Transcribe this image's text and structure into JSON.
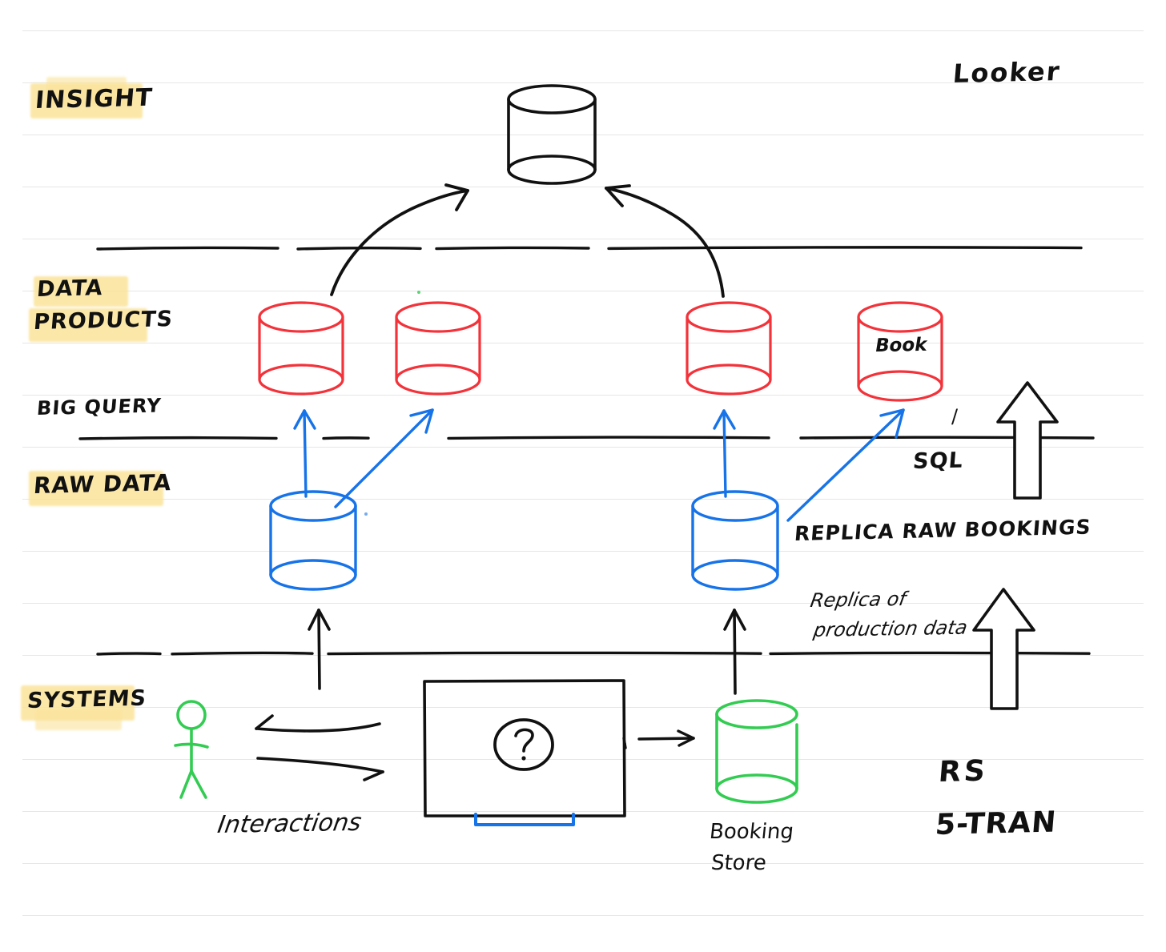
{
  "diagram": {
    "title_note": "Looker",
    "layers": [
      {
        "key": "insight",
        "label": "INSIGHT",
        "highlighted": true
      },
      {
        "key": "data_products",
        "label": "DATA",
        "label2": "PRODUCTS",
        "highlighted": true
      },
      {
        "key": "big_query",
        "label": "BIG QUERY",
        "highlighted": false
      },
      {
        "key": "raw_data",
        "label": "RAW DATA",
        "highlighted": true
      },
      {
        "key": "systems",
        "label": "SYSTEMS",
        "highlighted": true
      }
    ],
    "annotations": {
      "looker": "Looker",
      "book_label": "Book",
      "sql": "SQL",
      "tick": "/",
      "replica_raw_bookings": "REPLICA RAW BOOKINGS",
      "replica_of": "Replica of",
      "production_data": "production data",
      "interactions": "Interactions",
      "booking_store_l1": "Booking",
      "booking_store_l2": "Store",
      "rs": "RS",
      "fivetran": "5-TRAN",
      "question_mark": "?"
    },
    "nodes": [
      {
        "name": "looker-cylinder",
        "color": "#111111",
        "layer": "insight"
      },
      {
        "name": "data-product-cylinder-1",
        "color": "#f3323a",
        "layer": "data_products"
      },
      {
        "name": "data-product-cylinder-2",
        "color": "#f3323a",
        "layer": "data_products"
      },
      {
        "name": "data-product-cylinder-3",
        "color": "#f3323a",
        "layer": "data_products"
      },
      {
        "name": "data-product-cylinder-4",
        "color": "#f3323a",
        "layer": "data_products",
        "label": "Book"
      },
      {
        "name": "raw-data-cylinder-1",
        "color": "#1673e8",
        "layer": "raw_data"
      },
      {
        "name": "raw-data-cylinder-2",
        "color": "#1673e8",
        "layer": "raw_data"
      },
      {
        "name": "booking-store-cylinder",
        "color": "#33cc52",
        "layer": "systems"
      },
      {
        "name": "user-stick-figure",
        "color": "#33cc52",
        "layer": "systems"
      },
      {
        "name": "application-box",
        "color": "#111111",
        "layer": "systems"
      }
    ],
    "colors": {
      "ink": "#111111",
      "red": "#f3323a",
      "blue": "#1673e8",
      "green": "#33cc52",
      "highlighter": "#fbe39a",
      "rule": "#e6e6e6",
      "paper": "#ffffff"
    }
  }
}
